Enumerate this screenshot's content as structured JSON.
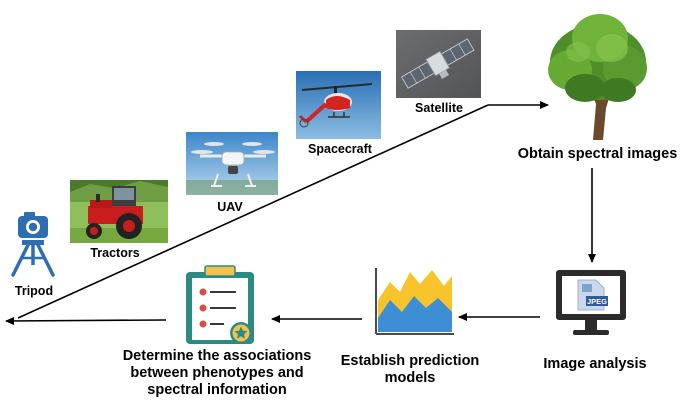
{
  "labels": {
    "tripod": "Tripod",
    "tractors": "Tractors",
    "uav": "UAV",
    "spacecraft": "Spacecraft",
    "satellite": "Satellite",
    "obtain": "Obtain spectral images",
    "analysis": "Image analysis",
    "prediction": "Establish prediction models",
    "associations": "Determine the associations between phenotypes and spectral information"
  },
  "icons": {
    "tripod": "tripod-camera-icon",
    "tractor": "tractor-photo",
    "uav": "uav-drone-photo",
    "spacecraft": "helicopter-photo",
    "satellite": "satellite-photo",
    "tree": "tree-icon",
    "monitor": "monitor-jpeg-icon",
    "chart": "area-chart-icon",
    "clipboard": "clipboard-checklist-icon"
  },
  "monitor_text": "JPEG",
  "colors": {
    "tripod_blue": "#2f6db2",
    "clipboard_teal": "#2b8b83",
    "arrow": "#000000",
    "chart_yellow": "#f7c52b",
    "chart_blue": "#3e8ed6"
  }
}
